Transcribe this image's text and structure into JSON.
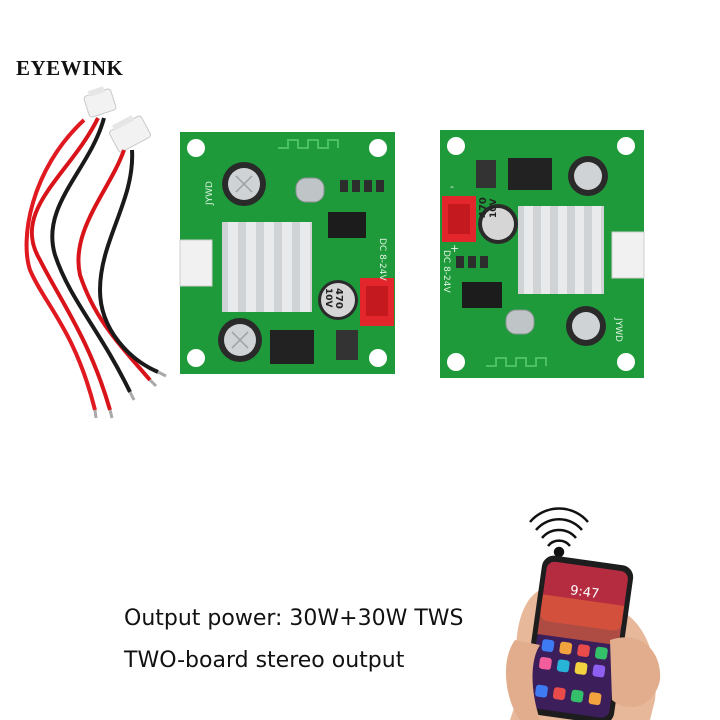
{
  "brand": {
    "name": "EYEWINK"
  },
  "caption": {
    "line1": "Output power: 30W+30W TWS",
    "line2": "TWO-board stereo output"
  },
  "board_left": {
    "silk_brand": "JYWD",
    "silk_voltage": "DC 8-24V",
    "cap_value": "470",
    "cap_voltage": "10V"
  },
  "board_right": {
    "silk_brand": "JYWD",
    "silk_voltage": "DC 8-24V",
    "cap_value": "470",
    "cap_voltage": "10V",
    "polarity_minus": "-",
    "polarity_plus": "+"
  },
  "phone": {
    "clock": "9:47"
  },
  "colors": {
    "pcb_green": "#1f9a3a",
    "heatsink": "#cfd3d6",
    "connector_red": "#e3262b",
    "wire_red": "#d8141a",
    "wire_black": "#1a1a1a"
  }
}
